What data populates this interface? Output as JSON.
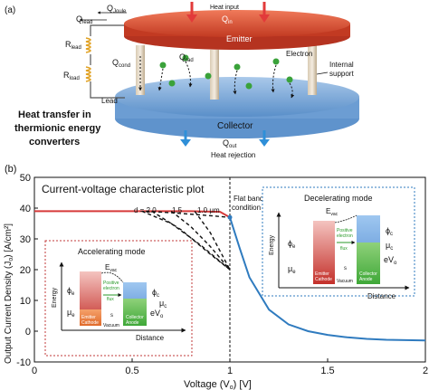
{
  "panel_a": {
    "label": "(a)",
    "heat_input": "Heat input",
    "q_in": "Q",
    "q_in_sub": "in",
    "emitter": "Emitter",
    "q_lead": "Q",
    "q_lead_sub": "lead",
    "q_joule": "Q",
    "q_joule_sub": "Joule",
    "r_lead": "R",
    "r_lead_sub": "lead",
    "r_load": "R",
    "r_load_sub": "load",
    "lead": "Lead",
    "q_cond": "Q",
    "q_cond_sub": "cond",
    "q_rad": "Q",
    "q_rad_sub": "rad",
    "electron": "Electron",
    "internal_support": "Internal\nsupport",
    "caption": "Heat transfer in\nthermionic energy\nconverters",
    "collector": "Collector",
    "q_out": "Q",
    "q_out_sub": "out",
    "heat_rejection": "Heat rejection"
  },
  "panel_b": {
    "label": "(b)",
    "plot_title": "Current-voltage characteristic plot",
    "flat_band": "Flat band\ncondition",
    "d_label": "d = 2.0",
    "d_values": [
      "1.5",
      "1.0 μm"
    ],
    "accel_title": "Accelerating mode",
    "decel_title": "Decelerating mode",
    "energy": "Energy",
    "distance": "Distance",
    "evac": "E",
    "evac_sub": "vac",
    "phi_e": "ϕ",
    "phi_e_sub": "e",
    "phi_c": "ϕ",
    "phi_c_sub": "c",
    "mu_e": "μ",
    "mu_e_sub": "e",
    "mu_c": "μ",
    "mu_c_sub": "c",
    "ev_o": "eV",
    "ev_o_sub": "o",
    "s": "s",
    "vacuum": "Vacuum",
    "emitter_cathode": "Emitter\nCathode",
    "collector_anode": "Collector\nAnode",
    "positive_flux": "Positive\nelectron\nflux"
  },
  "chart_data": {
    "type": "line",
    "xlabel": "Voltage (V",
    "xlabel_sub": "o",
    "xlabel_tail": ") [V]",
    "ylabel": "Output Current Density (J",
    "ylabel_sub": "o",
    "ylabel_tail": ") [A/cm²]",
    "xlim": [
      0,
      2
    ],
    "ylim": [
      -10,
      50
    ],
    "xticks": [
      "0",
      "0.5",
      "1",
      "1.5",
      "2"
    ],
    "yticks": [
      "-10",
      "0",
      "10",
      "20",
      "30",
      "40",
      "50"
    ],
    "series": [
      {
        "style": "solid-red",
        "x": [
          0,
          0.2,
          0.4,
          0.6,
          0.8,
          0.95,
          1.0
        ],
        "y": [
          39,
          39,
          39,
          39,
          39,
          38.8,
          37
        ]
      },
      {
        "style": "solid-blue",
        "x": [
          1.0,
          1.05,
          1.1,
          1.2,
          1.3,
          1.4,
          1.5,
          1.6,
          1.7,
          1.8,
          1.9,
          2.0
        ],
        "y": [
          37,
          27,
          17.5,
          7,
          2.2,
          0,
          -1.2,
          -2,
          -2.5,
          -2.8,
          -2.9,
          -3
        ]
      },
      {
        "style": "dashed",
        "x": [
          0.57,
          0.7,
          0.85,
          1.0
        ],
        "y": [
          39,
          38.5,
          37.8,
          37
        ]
      },
      {
        "style": "dashed",
        "x": [
          0.55,
          0.7,
          0.85,
          1.0
        ],
        "y": [
          39,
          35,
          28,
          20
        ]
      },
      {
        "style": "dashed",
        "x": [
          0.6,
          0.75,
          0.9,
          1.0
        ],
        "y": [
          39,
          33,
          25,
          20
        ]
      },
      {
        "style": "dashed",
        "x": [
          0.7,
          0.8,
          0.9,
          1.0
        ],
        "y": [
          39,
          34,
          27.5,
          20
        ]
      },
      {
        "style": "dashed",
        "x": [
          0.82,
          0.9,
          1.0
        ],
        "y": [
          39,
          32,
          20
        ]
      }
    ],
    "vline_x": 1.0,
    "colors": {
      "accel": "#d63a3a",
      "decel": "#2f7bbf"
    }
  }
}
